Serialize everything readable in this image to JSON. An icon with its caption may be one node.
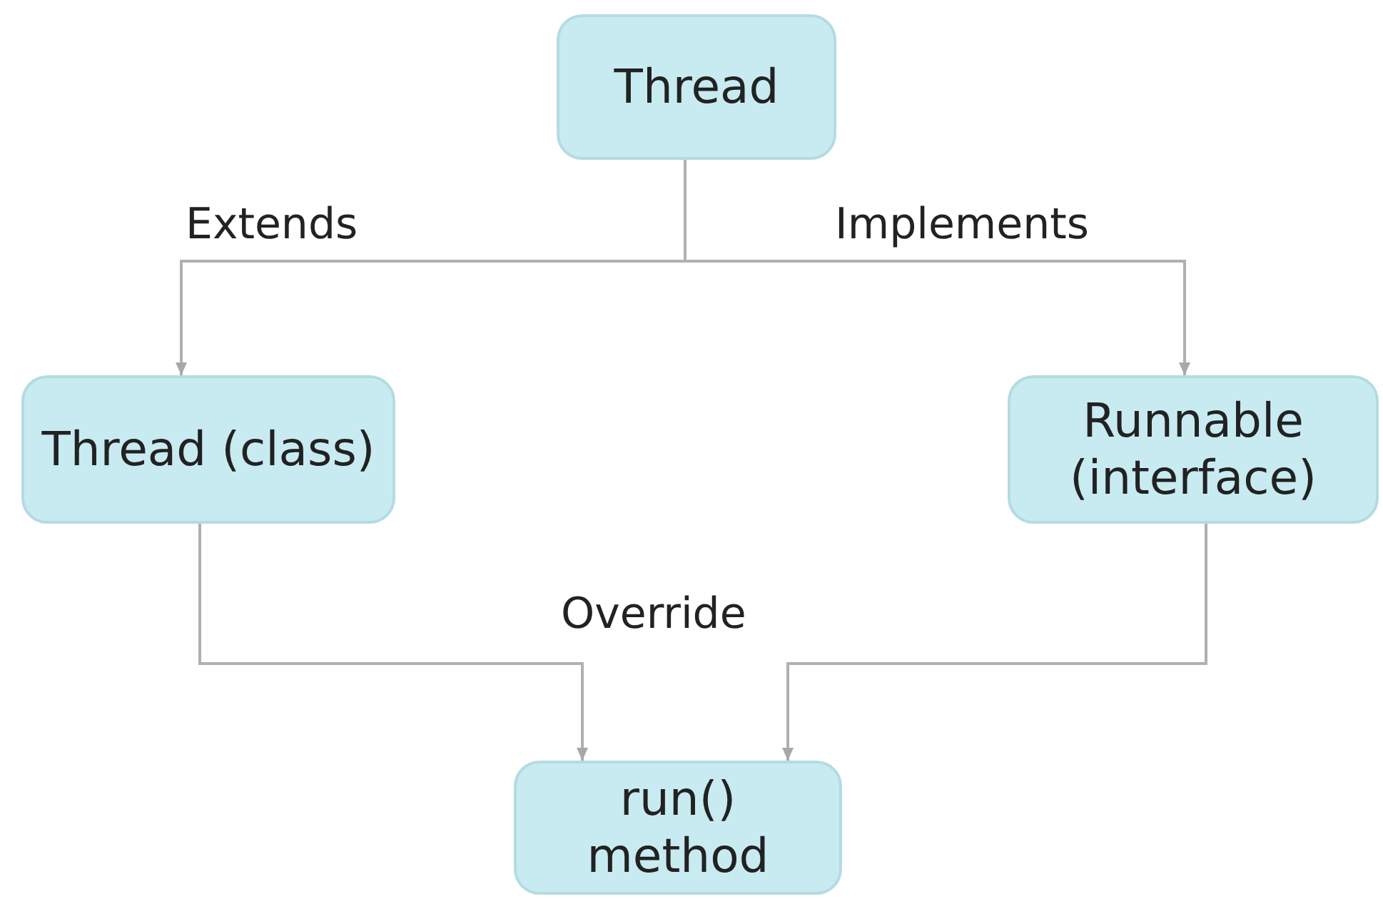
{
  "diagram": {
    "nodes": [
      {
        "text": [
          "Thread"
        ]
      },
      {
        "text": [
          "Thread (class)"
        ]
      },
      {
        "text": [
          "Runnable (interface)"
        ]
      },
      {
        "text": [
          "run() method"
        ]
      }
    ],
    "edges": [
      {
        "from": 0,
        "to": 1,
        "arrow": "to",
        "label": "Extends"
      },
      {
        "from": 0,
        "to": 2,
        "arrow": "to",
        "label": "Implements"
      },
      {
        "from": 1,
        "to": 3,
        "arrow": "to"
      },
      {
        "from": 2,
        "to": 3,
        "arrow": "to"
      }
    ],
    "labels": [
      "Override"
    ]
  }
}
